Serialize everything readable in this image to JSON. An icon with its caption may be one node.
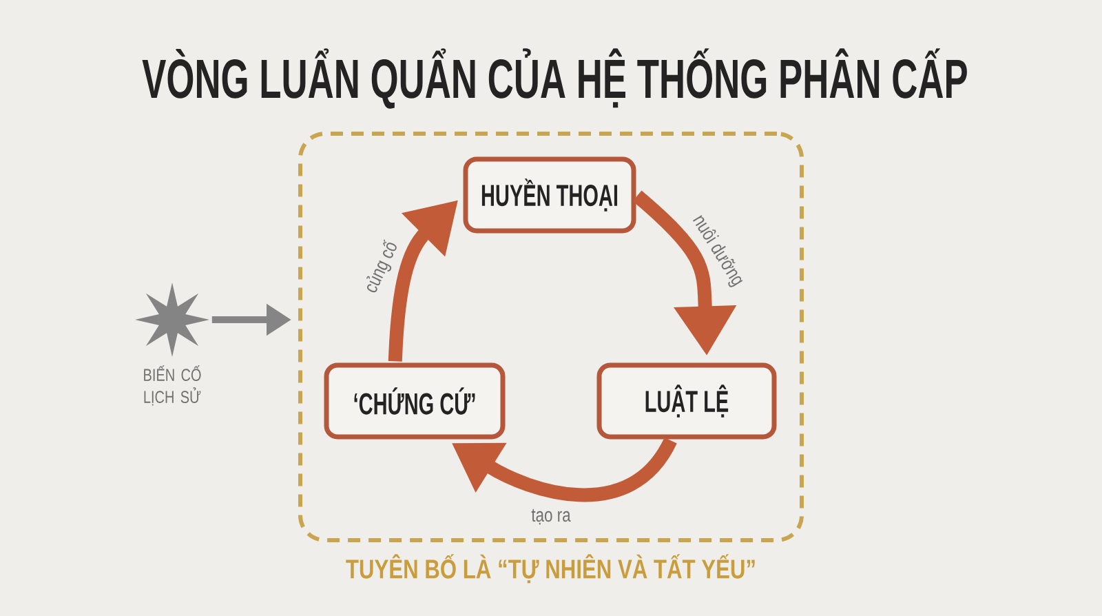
{
  "diagram": {
    "title": "VÒNG LUẨN QUẨN CỦA HỆ THỐNG PHÂN CẤP",
    "nodes": [
      {
        "text": [
          "TUYÊN BỐ LÀ “TỰ NHIÊN VÀ TẤT YẾU”"
        ]
      },
      {
        "text": [
          "HUYỀN THOẠI"
        ],
        "in": 0
      },
      {
        "text": [
          "LUẬT LỆ"
        ],
        "in": 0
      },
      {
        "text": [
          "‘CHỨNG CỨ’"
        ],
        "in": 0
      },
      {
        "text": [],
        "shape": "star",
        "beside": [
          "BIẾN CỐ LỊCH SỬ"
        ]
      }
    ],
    "edges": [
      {
        "from": 1,
        "to": 2,
        "arrow": "to",
        "label": "nuôi dưỡng"
      },
      {
        "from": 2,
        "to": 3,
        "arrow": "to",
        "label": "tạo ra"
      },
      {
        "from": 3,
        "to": 1,
        "arrow": "to",
        "label": "củng cố"
      },
      {
        "from": 4,
        "to": 0,
        "arrow": "to",
        "color": "#858585"
      }
    ]
  }
}
